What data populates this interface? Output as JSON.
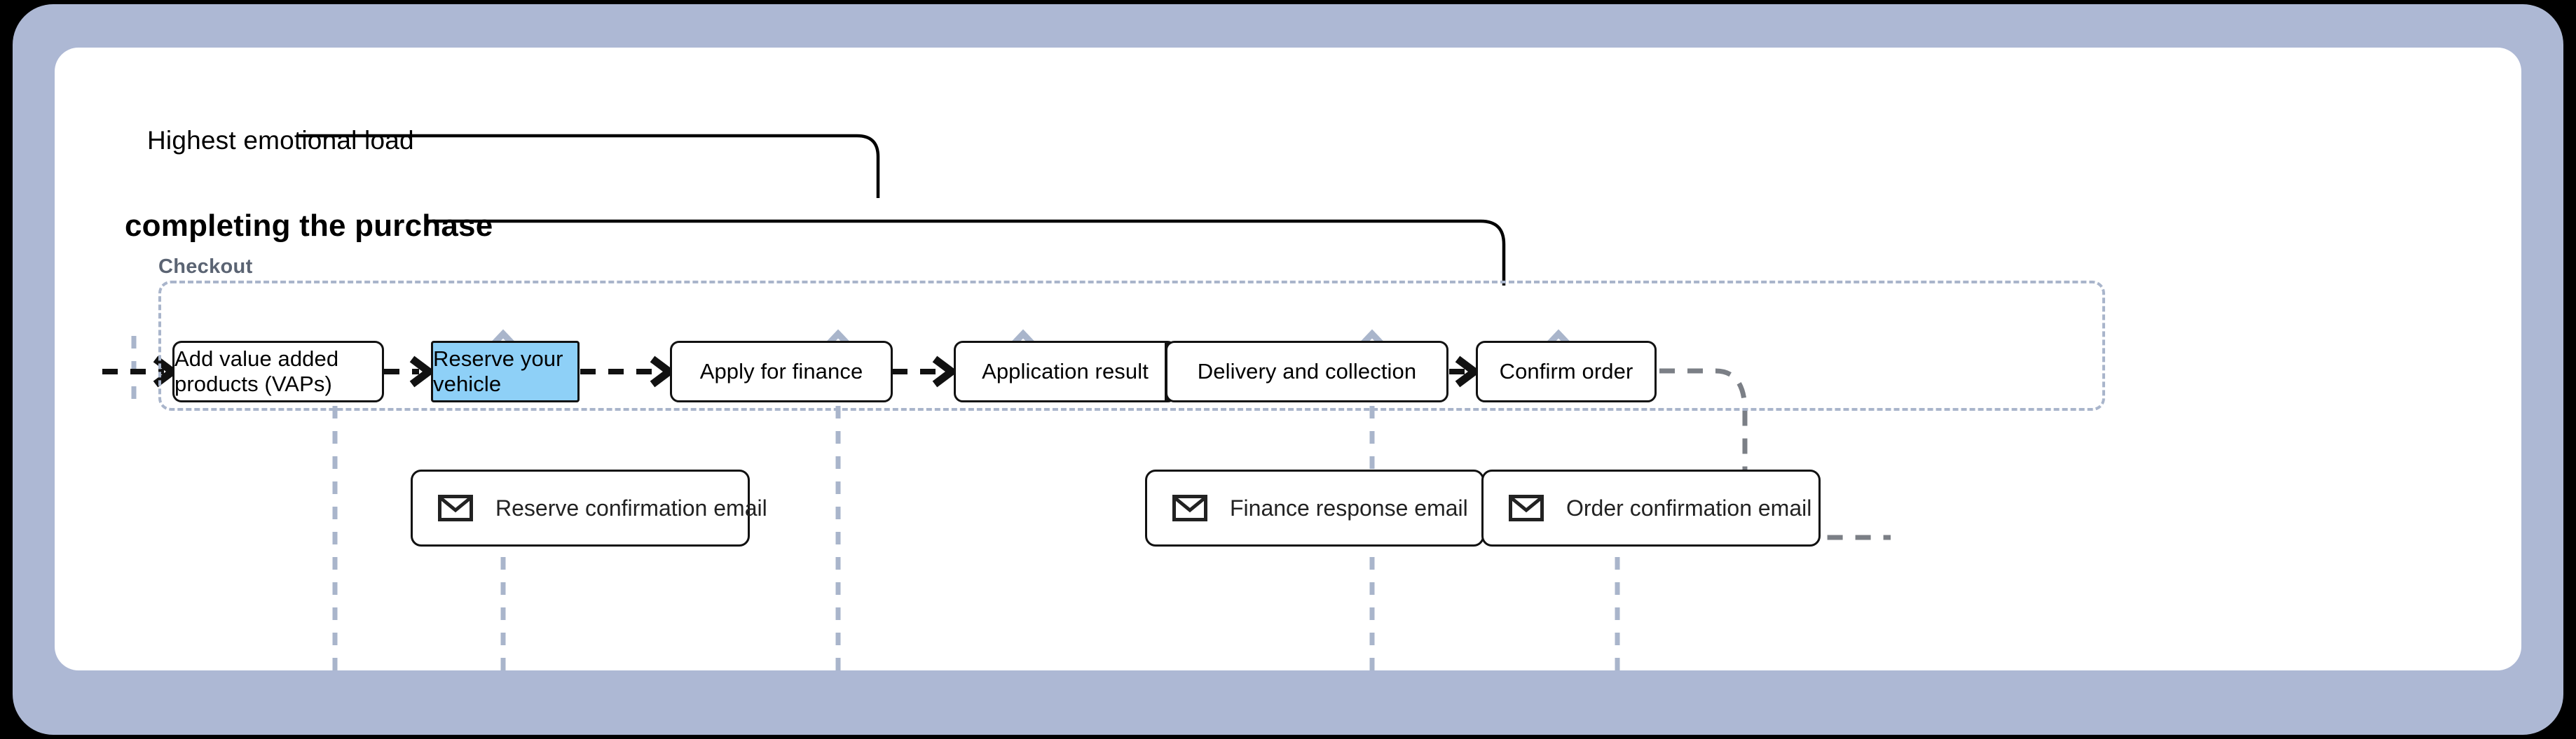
{
  "annotations": {
    "emotional_load": "Highest emotional load",
    "completing_purchase": "completing the purchase"
  },
  "group": {
    "label": "Checkout"
  },
  "flow": {
    "steps": [
      {
        "label": "Add value added products (VAPs)",
        "highlighted": false
      },
      {
        "label": "Reserve your vehicle",
        "highlighted": true
      },
      {
        "label": "Apply for finance",
        "highlighted": false
      },
      {
        "label": "Application result",
        "highlighted": false
      },
      {
        "label": "Delivery and collection",
        "highlighted": false
      },
      {
        "label": "Confirm order",
        "highlighted": false
      }
    ]
  },
  "emails": [
    {
      "label": "Reserve confirmation email",
      "icon": "envelope-icon"
    },
    {
      "label": "Finance response email",
      "icon": "envelope-icon"
    },
    {
      "label": "Order confirmation email",
      "icon": "envelope-icon"
    }
  ],
  "colors": {
    "frame": "#adb8d4",
    "canvas": "#ffffff",
    "highlight": "#8ed0f7",
    "group_border": "#a9b5cb",
    "group_label": "#5b6473",
    "connector_blue": "#a9b5cb",
    "connector_gray": "#7b7f86",
    "flow_arrow": "#111111"
  }
}
